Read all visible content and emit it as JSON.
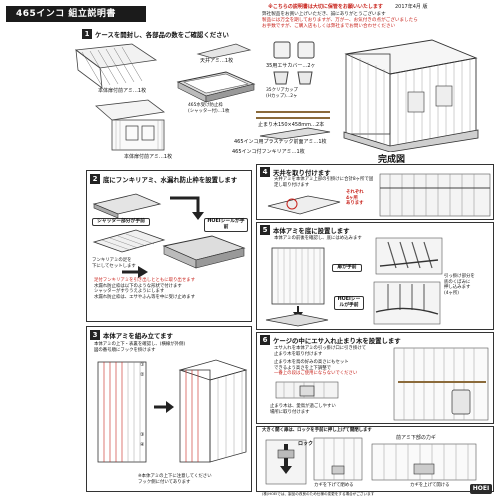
{
  "header": {
    "title": "465インコ 組立説明書",
    "notes": [
      "※こちらの説明書は大切に保管をお願いいたします",
      "2017年4月 版"
    ],
    "note_lines": [
      "弊社製品をお買い上げいただき、誠にありがとうございます",
      "製品には万全を期しておりますが、万が一、お気付きの点がございましたら",
      "お手数ですが、ご購入店もしくは弊社までお問い合わせください"
    ]
  },
  "step1": {
    "number": "1",
    "title": "ケースを開封し、各部品の数をご確認ください",
    "parts": [
      "天井アミ…1枚",
      "本体扉付前アミ…1枚",
      "465水受け防止枠\n(シャッター付)…1枚",
      "35用エサカバー…2ヶ",
      "35クリアカップ\n(Hカップ)…2ヶ",
      "止まり木150×458mm…2本",
      "465インコ用プラスチック前面アミ…1枚",
      "本体扉付前アミ…1枚",
      "465インコ付フンキリアミ…1枚"
    ],
    "done_label": "完成図"
  },
  "step2": {
    "number": "2",
    "title": "底にフンキリアミ、水漏れ防止枠を設置します",
    "shutter_label": "シャッター部分が手前",
    "hoei_label": "HOEIシールが手前",
    "fun_label": "フンキリアミの足を\n下にしてセットします",
    "notes": [
      "足付フンキリアミを引き出しとともに取り出せます",
      "水漏れ防止枠は以下のような形状で付けます",
      "シャッターがすりうえようにします",
      "水漏れ防止枠は、エサやふん等を中に受け止めます"
    ]
  },
  "step3": {
    "number": "3",
    "title": "本体アミを組み立てます",
    "desc": "本体アミの上下・表裏を確認し、(横線が外側)",
    "desc2": "図の番号順にフックを掛けます",
    "callouts": [
      "①",
      "②",
      "③",
      "④"
    ],
    "footer": "※本体アミの上下に注意してください\nフック側に付いてあります"
  },
  "step4": {
    "number": "4",
    "title": "天井を取り付けます",
    "desc": "天井アミを本体アミ上部の引掛けに合計8ヶ所で固定し取り付けます",
    "note": "それぞれ\n4ヶ所\nあります"
  },
  "step5": {
    "number": "5",
    "title": "本体アミを底に設置します",
    "desc": "本体アミの前後を確認し、底にはめ込みます",
    "label_front": "扉が手前",
    "hoei": "HOEIシールが手前",
    "hook": "引っ掛け部分を\n底のくぼみに\n押し込みます\n(4ヶ所)"
  },
  "step6": {
    "number": "6",
    "title": "ケージの中にエサ入れ止まり木を設置します",
    "desc": "エサ入れを本体アミの引っ掛け口に引き掛けて",
    "desc2": "止まり木を取り付けます",
    "notes": [
      "止まり木を鳥の好みの高さにもセット",
      "できるよう高さを上下調整で",
      "一番上の段はご使用にならないでください"
    ],
    "note2": "止まり木は、愛鳥が過ごしやすい\n場所に取り付けます"
  },
  "bottom": {
    "title": "大きく開く扉は、ロックを手前に押し上げて開閉します",
    "lock_label": "ロック",
    "close_label": "カギを下げて閉める",
    "open_label": "カギを上げて開ける",
    "front_label": "前アミ下部の力ギ",
    "company": "HOEI",
    "footer_note": "(株)HOEIでは、製品の改良のため仕様の変更をする場合がございます"
  }
}
